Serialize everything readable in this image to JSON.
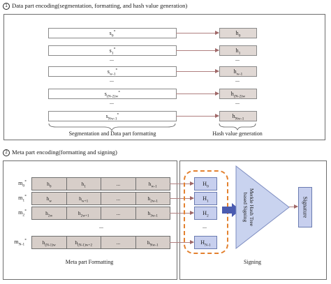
{
  "section1": {
    "number": "①",
    "title": "Data part encoding(segmentation, formatting, and hash value generation)",
    "segments": [
      "s0*",
      "s1*",
      "sw-1*",
      "s(N-2)w*",
      "sNw-1*"
    ],
    "hashes": [
      "h0",
      "h1",
      "hw-1",
      "h(N-2)w",
      "hNw-1"
    ],
    "dots": "...",
    "caption_left": "Segmentation and Data part formatting",
    "caption_right": "Hash value generation"
  },
  "section2": {
    "number": "②",
    "title": "Meta part encoding(formatting and signing)",
    "meta_labels": [
      "m0*",
      "m1*",
      "m2*",
      "mN-1*"
    ],
    "rows": [
      [
        "h0",
        "h1",
        "...",
        "hw-1"
      ],
      [
        "hw",
        "hw+1",
        "...",
        "h2w-1"
      ],
      [
        "h2w",
        "h2w+1",
        "...",
        "h3w-1"
      ],
      [
        "h(N-1)w",
        "h(N-1)w+2",
        "...",
        "hNw-1"
      ]
    ],
    "H_labels": [
      "H0",
      "H1",
      "H2",
      "HN-1"
    ],
    "dots": "...",
    "merkle_text": "Merkle Hash Tree based Signing",
    "signature": "Signature",
    "caption_left": "Meta part Formatting",
    "caption_right": "Signing"
  },
  "colors": {
    "hash_fill": "#e0d8d4",
    "meta_fill": "#d7cec9",
    "H_fill": "#c7cfee",
    "dashed_border": "#e3812f",
    "block_arrow": "#4a5bb0",
    "triangle_fill": "#c9d3ef"
  }
}
